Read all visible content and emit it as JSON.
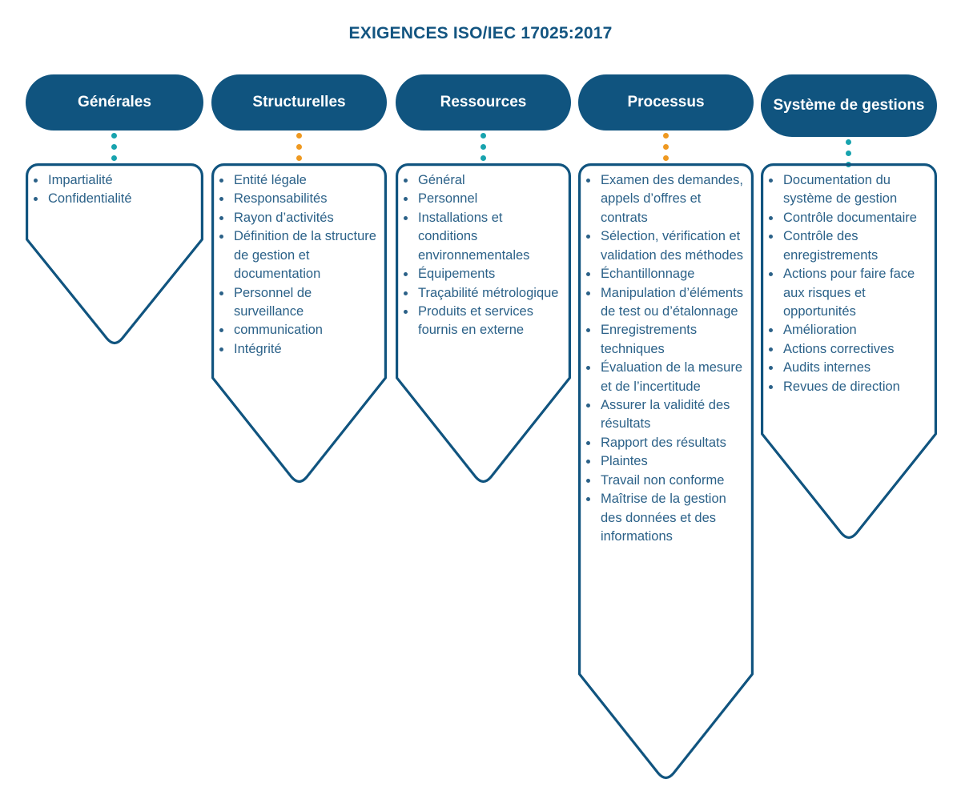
{
  "title": "EXIGENCES ISO/IEC 17025:2017",
  "theme": {
    "pill_fill": "#10547F",
    "outline": "#10547F",
    "text": "#2B6188",
    "title_color": "#135581",
    "dot_teal": "#17A3AE",
    "dot_orange": "#EF9920",
    "background": "#FFFFFF"
  },
  "columns": [
    {
      "id": "generales",
      "header": "Générales",
      "dot_color_name": "teal",
      "dot_count": 3,
      "items": [
        "Impartialité",
        "Confidentialité"
      ]
    },
    {
      "id": "structurelles",
      "header": "Structurelles",
      "dot_color_name": "orange",
      "dot_count": 3,
      "items": [
        "Entité légale",
        "Responsabilités",
        "Rayon d’activités",
        "Définition de la structure de gestion et documentation",
        "Personnel de surveillance",
        "communication",
        "Intégrité"
      ]
    },
    {
      "id": "ressources",
      "header": "Ressources",
      "dot_color_name": "teal",
      "dot_count": 3,
      "items": [
        "Général",
        "Personnel",
        "Installations et conditions environnementales",
        "Équipements",
        "Traçabilité métrologique",
        "Produits et services fournis en externe"
      ]
    },
    {
      "id": "processus",
      "header": "Processus",
      "dot_color_name": "orange",
      "dot_count": 3,
      "items": [
        "Examen des demandes, appels d’offres et contrats",
        "Sélection, vérification et validation des méthodes",
        "Échantillonnage",
        "Manipulation d’éléments de test ou d’étalonnage",
        "Enregistrements techniques",
        "Évaluation de la mesure et de l’incertitude",
        "Assurer la validité des résultats",
        "Rapport des résultats",
        "Plaintes",
        "Travail non conforme",
        "Maîtrise de la gestion des données et des informations"
      ]
    },
    {
      "id": "systeme-de-gestions",
      "header": "Système de gestions",
      "dot_color_name": "teal",
      "dot_count": 3,
      "items": [
        "Documentation du système de gestion",
        "Contrôle documentaire",
        "Contrôle des enregistrements",
        "Actions pour faire face aux risques et opportunités",
        "Amélioration",
        "Actions correctives",
        "Audits internes",
        "Revues de direction"
      ]
    }
  ]
}
